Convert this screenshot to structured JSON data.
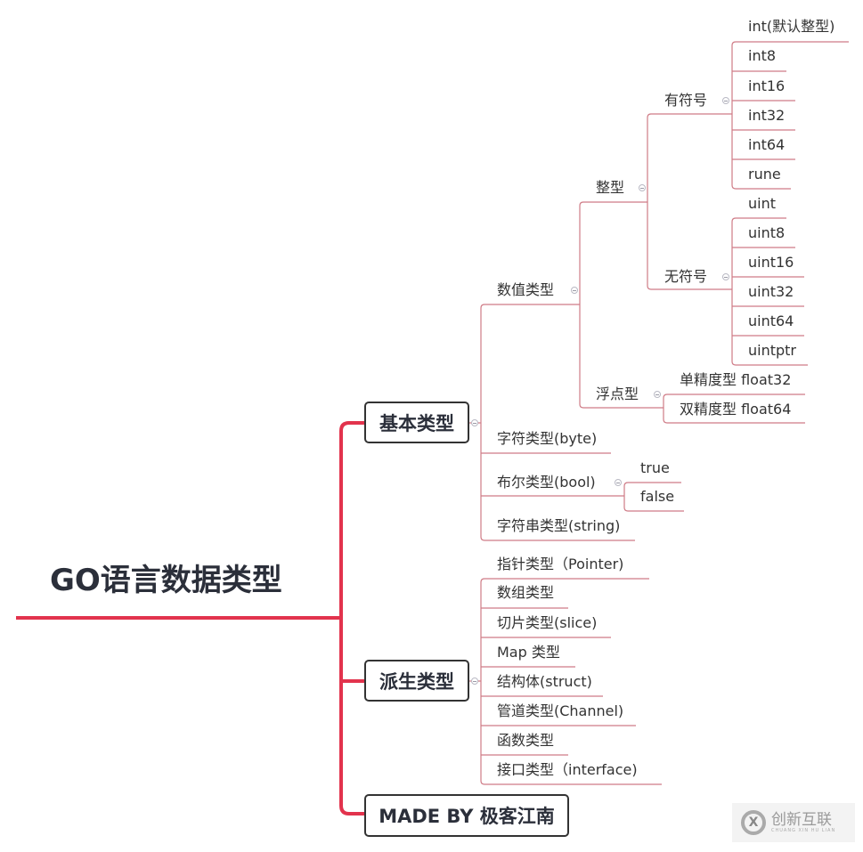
{
  "root": {
    "title": "GO语言数据类型"
  },
  "basic": {
    "label": "基本类型",
    "numeric": {
      "label": "数值类型",
      "integer": {
        "label": "整型",
        "signed": {
          "label": "有符号",
          "items": [
            "int(默认整型)",
            "int8",
            "int16",
            "int32",
            "int64",
            "rune"
          ]
        },
        "unsigned": {
          "label": "无符号",
          "items": [
            "uint",
            "uint8",
            "uint16",
            "uint32",
            "uint64",
            "uintptr"
          ]
        }
      },
      "float": {
        "label": "浮点型",
        "items": [
          "单精度型 float32",
          "双精度型 float64"
        ]
      }
    },
    "byte": "字符类型(byte)",
    "bool": {
      "label": "布尔类型(bool)",
      "items": [
        "true",
        "false"
      ]
    },
    "string": "字符串类型(string)"
  },
  "derived": {
    "label": "派生类型",
    "items": [
      "指针类型（Pointer)",
      "数组类型",
      "切片类型(slice)",
      "Map 类型",
      "结构体(struct)",
      "管道类型(Channel)",
      "函数类型",
      "接口类型（interface)"
    ]
  },
  "credit": {
    "label": "MADE BY 极客江南"
  },
  "watermark": {
    "name": "创新互联",
    "pinyin": "CHUANG XIN HU LIAN",
    "logo_letter": "X"
  },
  "colors": {
    "trunk": "#e2334d",
    "branch": "#cf7b86",
    "text": "#333333"
  }
}
